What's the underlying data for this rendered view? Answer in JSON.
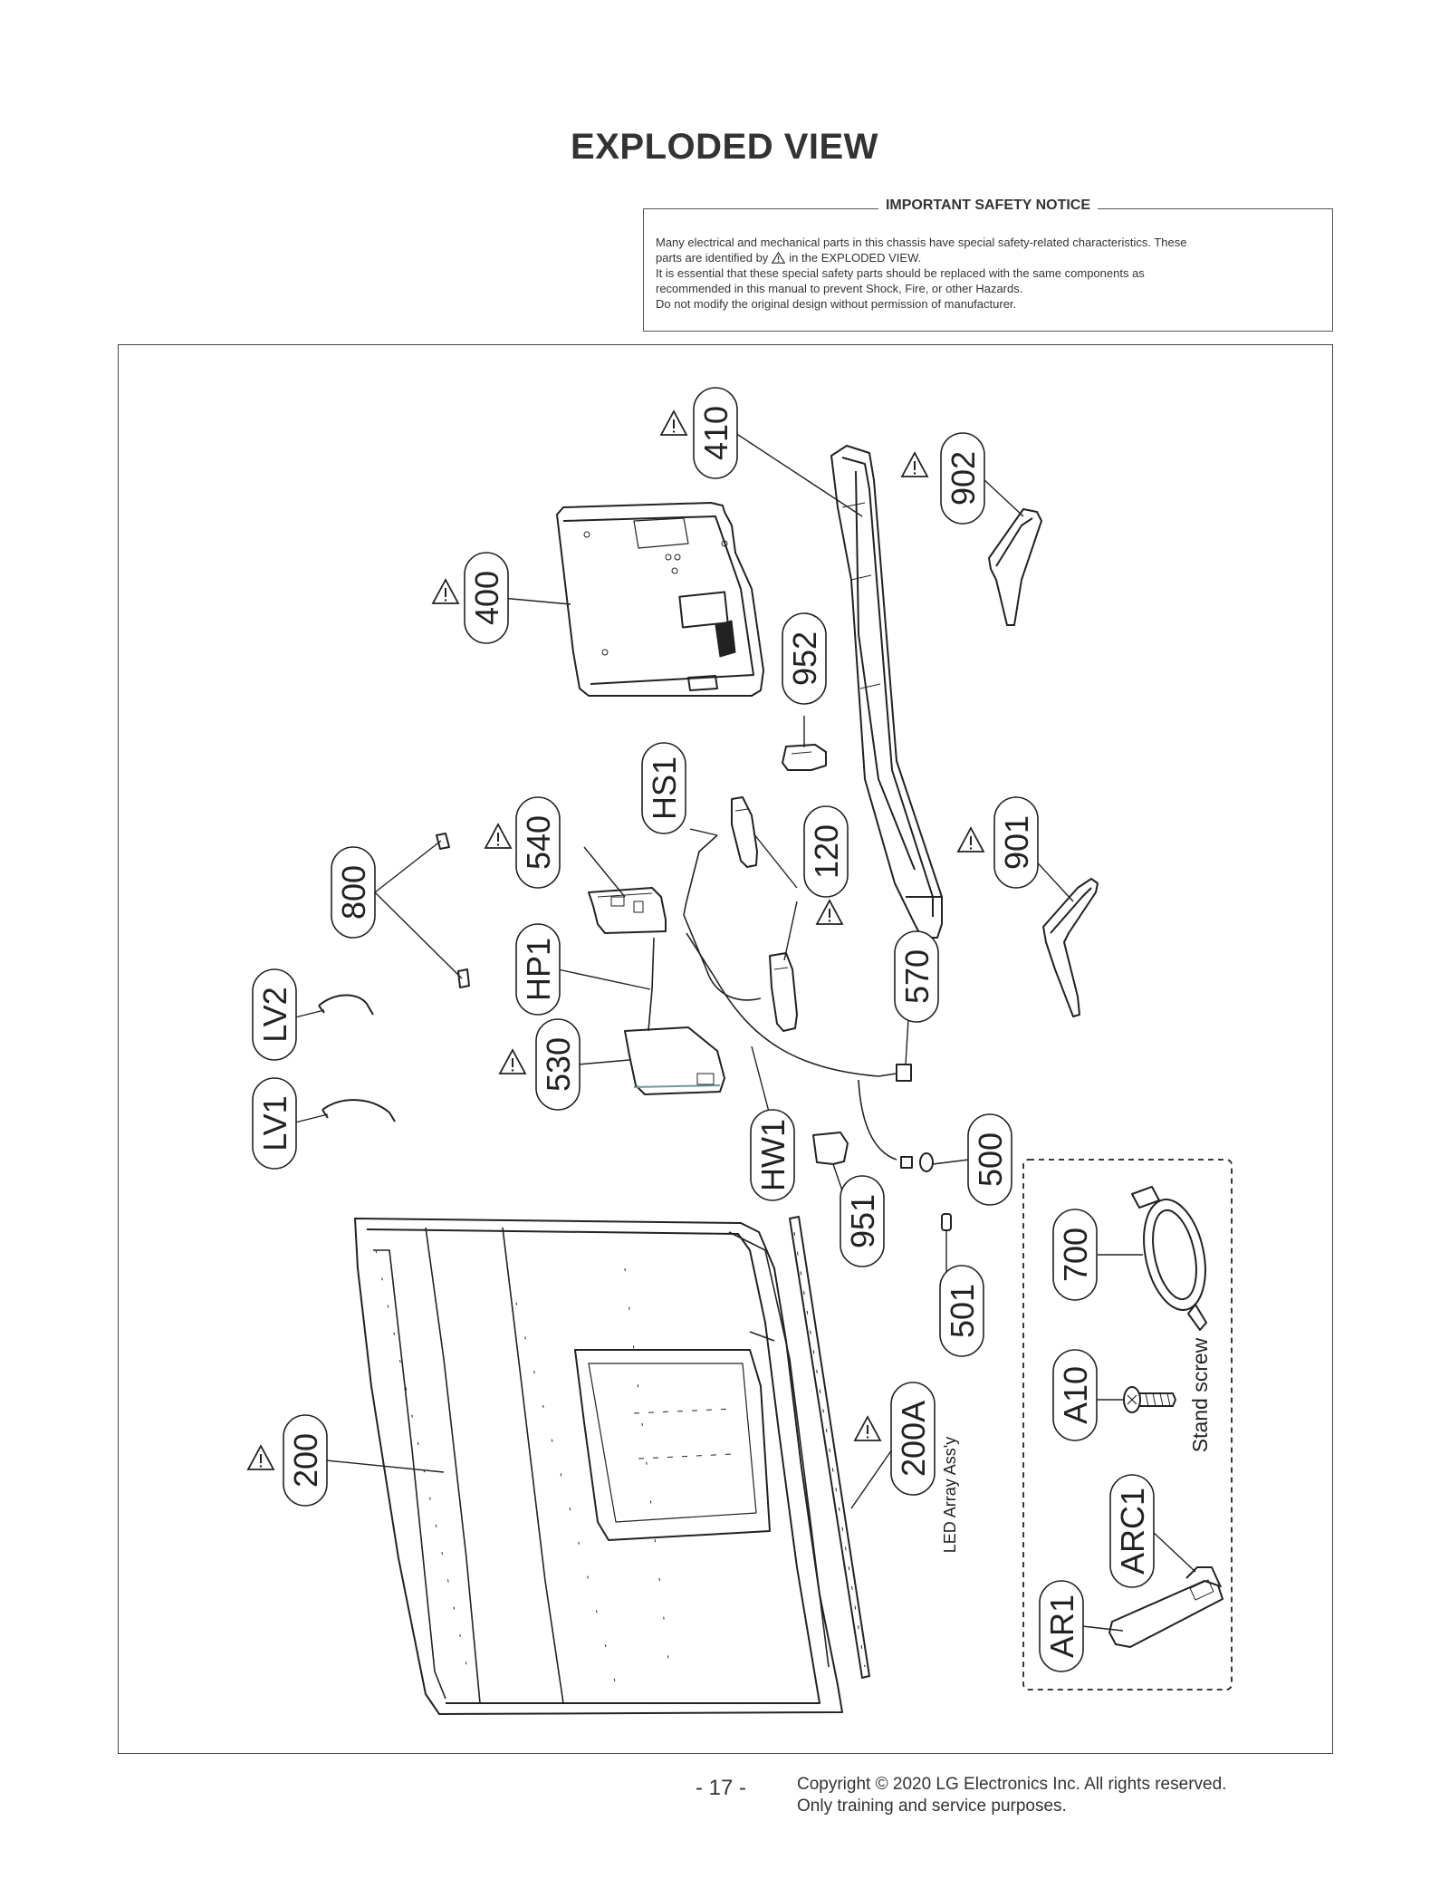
{
  "title": "EXPLODED VIEW",
  "notice": {
    "heading": "IMPORTANT SAFETY NOTICE",
    "line1": "Many electrical and mechanical parts in this chassis have special safety-related characteristics. These",
    "line2a": "parts are identified by",
    "line2b": "in the EXPLODED VIEW.",
    "line3": "It is essential that these special safety parts should be replaced with the same components as",
    "line4": "recommended in this manual to prevent Shock, Fire, or other Hazards.",
    "line5": "Do not modify the original design without permission of manufacturer."
  },
  "parts": {
    "p410": "410",
    "p902": "902",
    "p400": "400",
    "p952": "952",
    "pHS1": "HS1",
    "p540": "540",
    "p120": "120",
    "p800": "800",
    "p901": "901",
    "pLV2": "LV2",
    "pHP1": "HP1",
    "p570": "570",
    "p530": "530",
    "pLV1": "LV1",
    "pHW1": "HW1",
    "p500": "500",
    "p951": "951",
    "p700": "700",
    "p501": "501",
    "pA10": "A10",
    "p200A": "200A",
    "p200": "200",
    "pARC1": "ARC1",
    "pAR1": "AR1"
  },
  "captions": {
    "led": "LED Array Ass'y",
    "screw": "Stand screw"
  },
  "footer": {
    "page": "- 17 -",
    "copyright1": "Copyright © 2020 LG Electronics Inc. All rights reserved.",
    "copyright2": "Only training and service purposes."
  }
}
